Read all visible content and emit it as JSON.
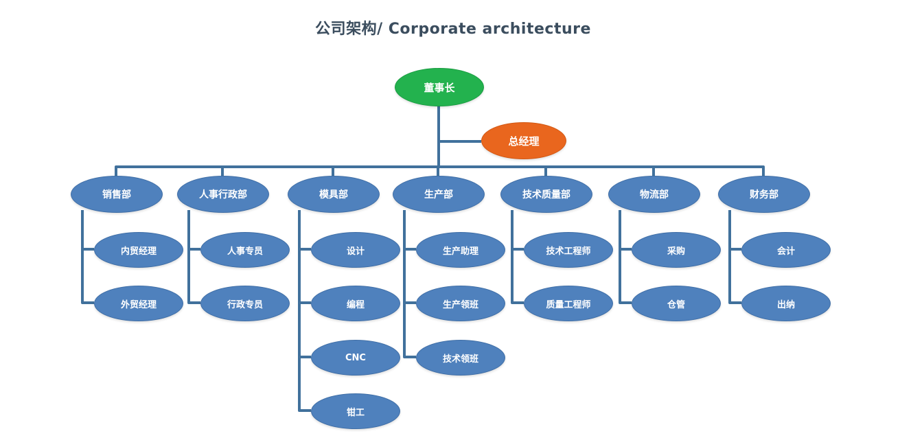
{
  "title": "公司架构/ Corporate architecture",
  "org": {
    "root": {
      "label": "董事长"
    },
    "general_manager": {
      "label": "总经理"
    },
    "departments": [
      {
        "label": "销售部",
        "children": [
          {
            "label": "内贸经理"
          },
          {
            "label": "外贸经理"
          }
        ]
      },
      {
        "label": "人事行政部",
        "children": [
          {
            "label": "人事专员"
          },
          {
            "label": "行政专员"
          }
        ]
      },
      {
        "label": "模具部",
        "children": [
          {
            "label": "设计"
          },
          {
            "label": "编程"
          },
          {
            "label": "CNC"
          },
          {
            "label": "钳工"
          }
        ]
      },
      {
        "label": "生产部",
        "children": [
          {
            "label": "生产助理"
          },
          {
            "label": "生产领班"
          },
          {
            "label": "技术领班"
          }
        ]
      },
      {
        "label": "技术质量部",
        "children": [
          {
            "label": "技术工程师"
          },
          {
            "label": "质量工程师"
          }
        ]
      },
      {
        "label": "物流部",
        "children": [
          {
            "label": "采购"
          },
          {
            "label": "仓管"
          }
        ]
      },
      {
        "label": "财务部",
        "children": [
          {
            "label": "会计"
          },
          {
            "label": "出纳"
          }
        ]
      }
    ]
  },
  "colors": {
    "chairman_fill": "#23b24e",
    "general_manager_fill": "#e9661e",
    "node_fill": "#4f81bd",
    "connector_line": "#41719c",
    "title_text": "#3b4d5e",
    "node_text": "#ffffff",
    "background": "#ffffff"
  }
}
